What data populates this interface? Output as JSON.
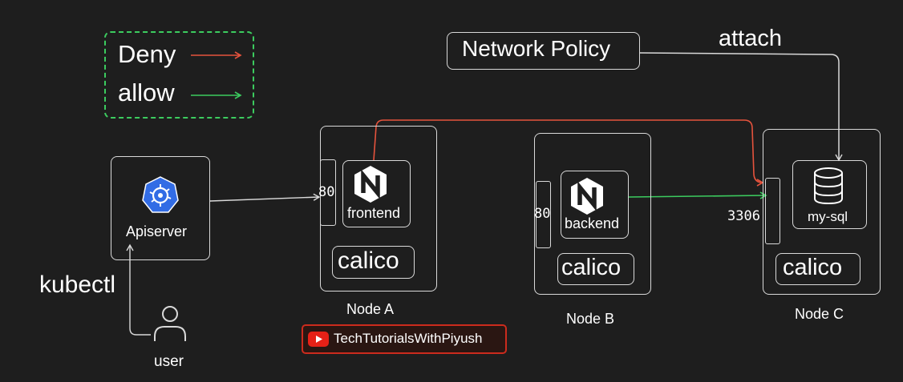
{
  "legend": {
    "deny_label": "Deny",
    "allow_label": "allow",
    "deny_color": "#e5533d",
    "allow_color": "#3ccc5f"
  },
  "network_policy": {
    "label": "Network Policy",
    "attach_label": "attach"
  },
  "apiserver": {
    "label": "Apiserver",
    "icon": "kubernetes-icon"
  },
  "kubectl_label": "kubectl",
  "user": {
    "label": "user",
    "icon": "user-icon"
  },
  "nodes": [
    {
      "name": "Node A",
      "pod_label": "frontend",
      "port": "80",
      "cni": "calico",
      "icon": "nginx-icon"
    },
    {
      "name": "Node B",
      "pod_label": "backend",
      "port": "80",
      "cni": "calico",
      "icon": "nginx-icon"
    },
    {
      "name": "Node C",
      "pod_label": "my-sql",
      "port": "3306",
      "cni": "calico",
      "icon": "database-icon"
    }
  ],
  "channel_badge": {
    "label": "TechTutorialsWithPiyush",
    "icon": "youtube-icon",
    "color": "#cc2b1d"
  }
}
